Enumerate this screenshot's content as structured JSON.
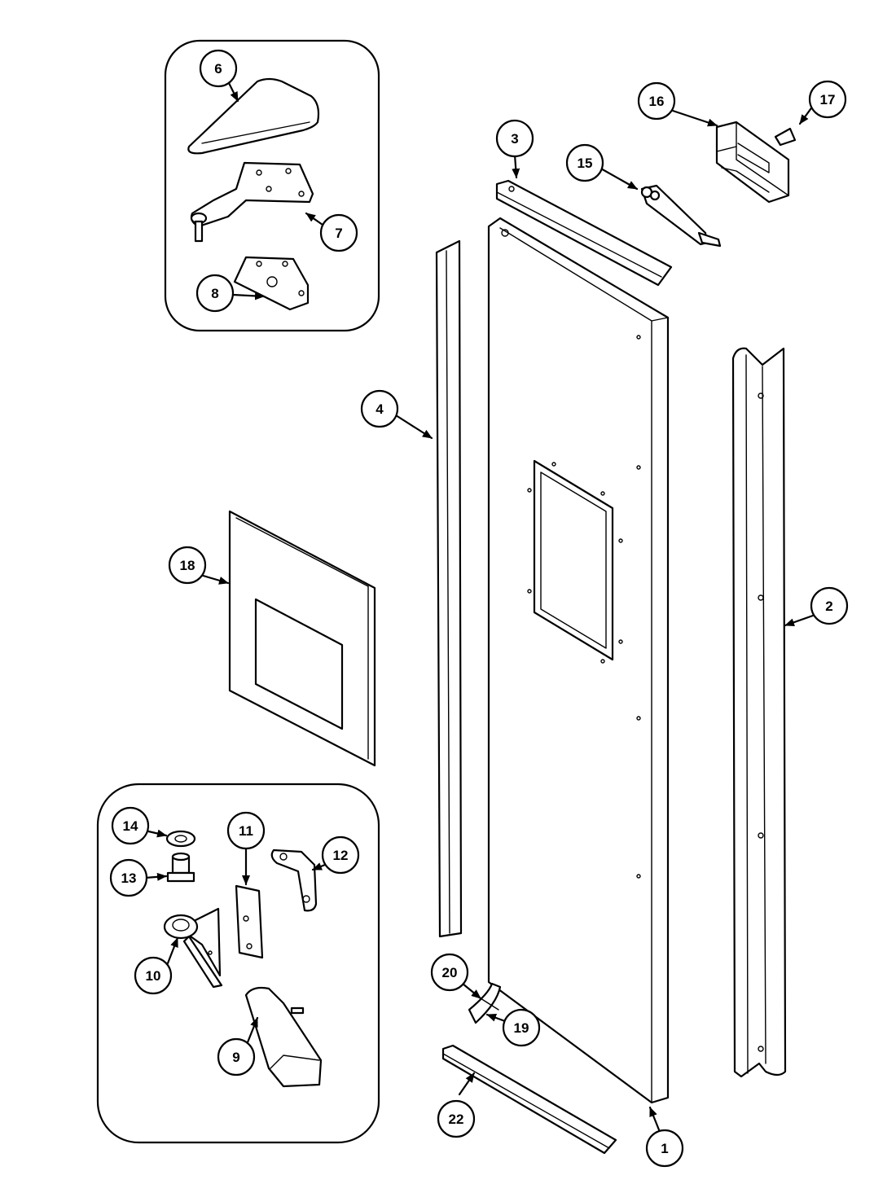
{
  "callouts": {
    "c1": "1",
    "c2": "2",
    "c3": "3",
    "c4": "4",
    "c6": "6",
    "c7": "7",
    "c8": "8",
    "c9": "9",
    "c10": "10",
    "c11": "11",
    "c12": "12",
    "c13": "13",
    "c14": "14",
    "c15": "15",
    "c16": "16",
    "c17": "17",
    "c18": "18",
    "c19": "19",
    "c20": "20",
    "c22": "22"
  }
}
